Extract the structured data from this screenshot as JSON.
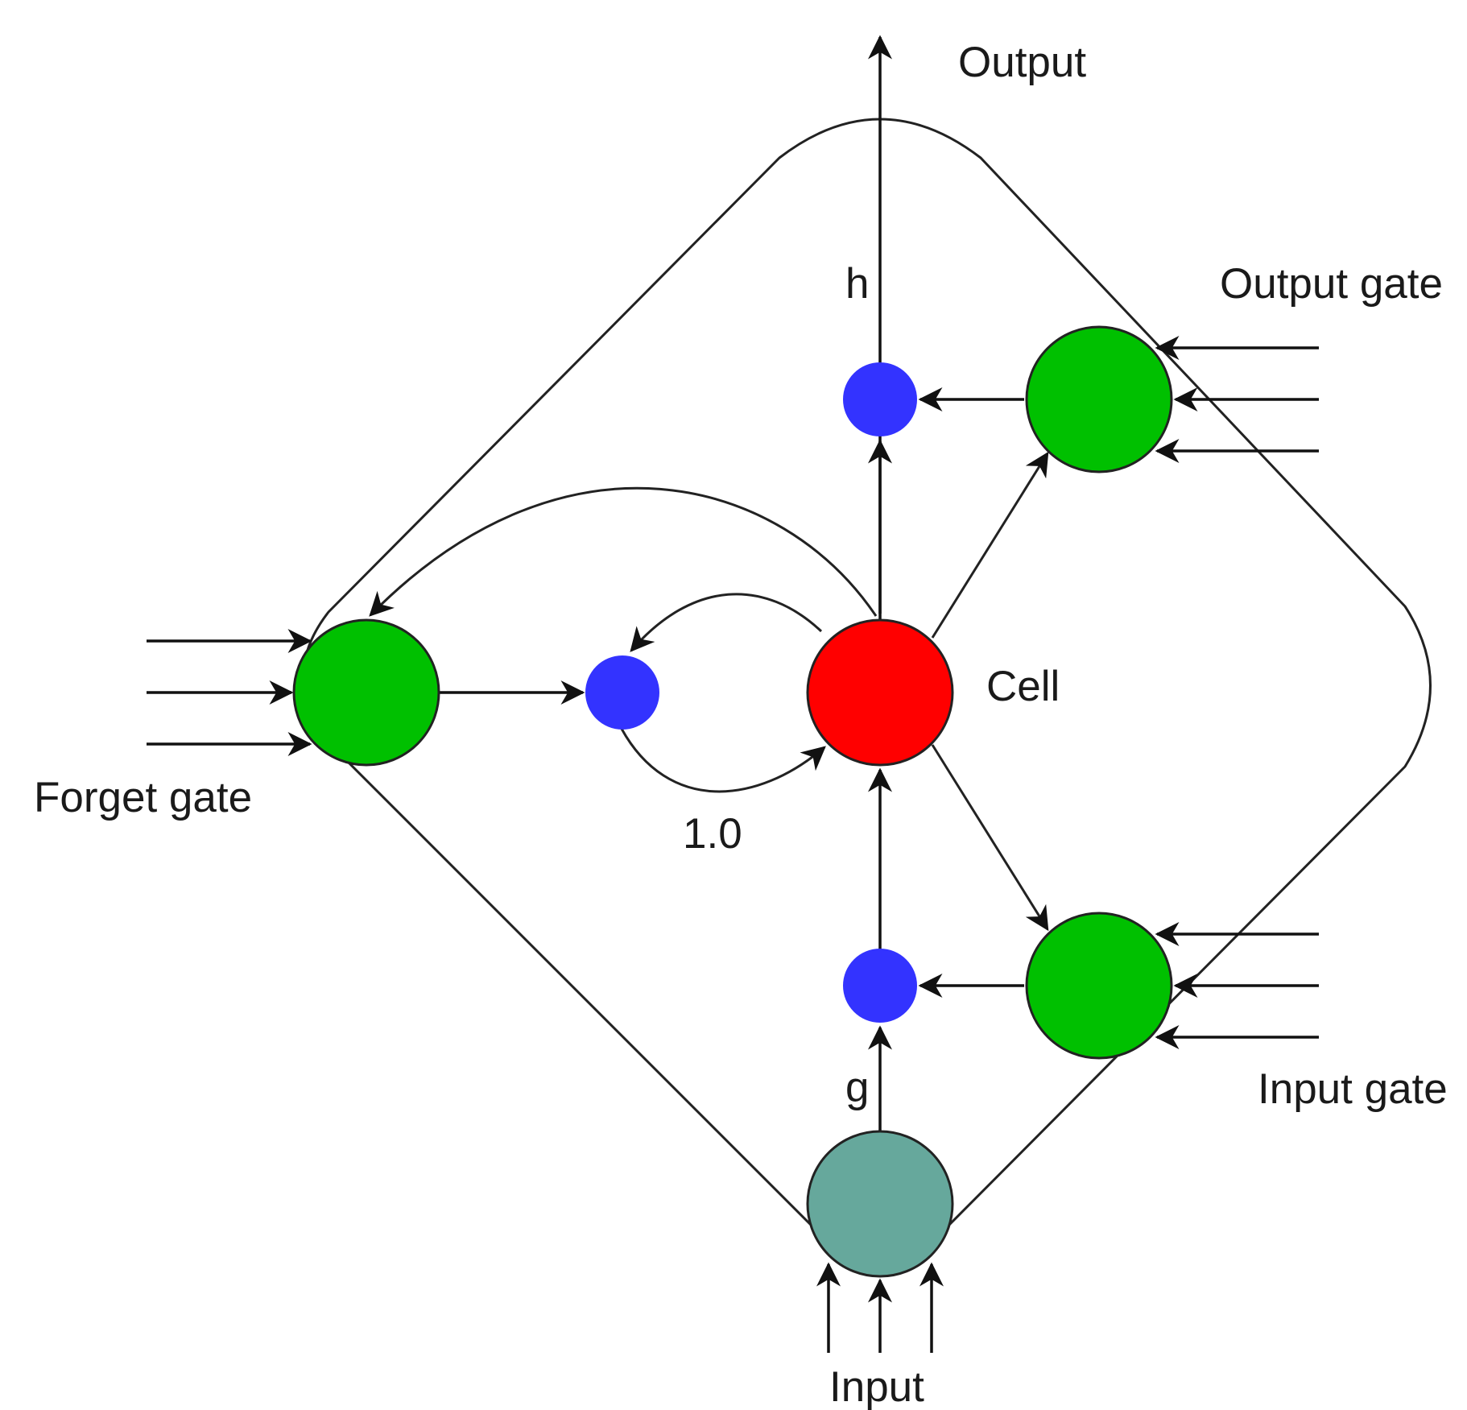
{
  "labels": {
    "output": "Output",
    "h": "h",
    "output_gate": "Output gate",
    "cell": "Cell",
    "forget_gate": "Forget gate",
    "self_loop_weight": "1.0",
    "g": "g",
    "input_gate": "Input gate",
    "input": "Input"
  },
  "colors": {
    "gate": "#00c000",
    "cell": "#ff0000",
    "multiplier": "#3333ff",
    "input_node": "#66a89c",
    "line": "#111111"
  }
}
